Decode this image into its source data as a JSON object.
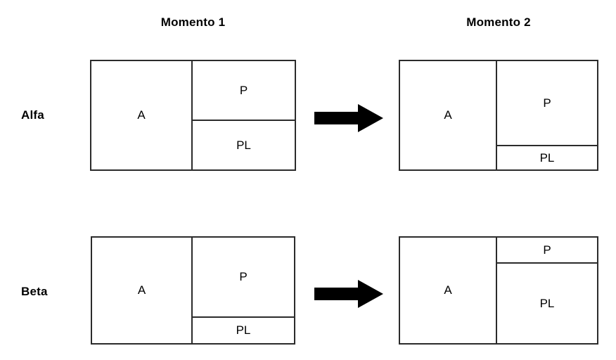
{
  "figure": {
    "background_color": "#ffffff",
    "line_color": "#2b2b2b",
    "arrow_color": "#000000"
  },
  "columns": [
    {
      "key": "momento_1",
      "title": "Momento 1"
    },
    {
      "key": "momento_2",
      "title": "Momento 2"
    }
  ],
  "rows": [
    {
      "key": "alfa",
      "label": "Alfa"
    },
    {
      "key": "beta",
      "label": "Beta"
    }
  ],
  "cell_labels": {
    "a": "A",
    "p": "P",
    "pl": "PL"
  },
  "arrows": [
    {
      "name": "arrow-alfa",
      "direction": "right",
      "glyph": "right-block-arrow"
    },
    {
      "name": "arrow-beta",
      "direction": "right",
      "glyph": "right-block-arrow"
    }
  ],
  "diagrams": {
    "alfa_momento_1": {
      "a_label": "A",
      "p_label": "P",
      "pl_label": "PL"
    },
    "alfa_momento_2": {
      "a_label": "A",
      "p_label": "P",
      "pl_label": "PL"
    },
    "beta_momento_1": {
      "a_label": "A",
      "p_label": "P",
      "pl_label": "PL"
    },
    "beta_momento_2": {
      "a_label": "A",
      "p_label": "P",
      "pl_label": "PL"
    }
  }
}
